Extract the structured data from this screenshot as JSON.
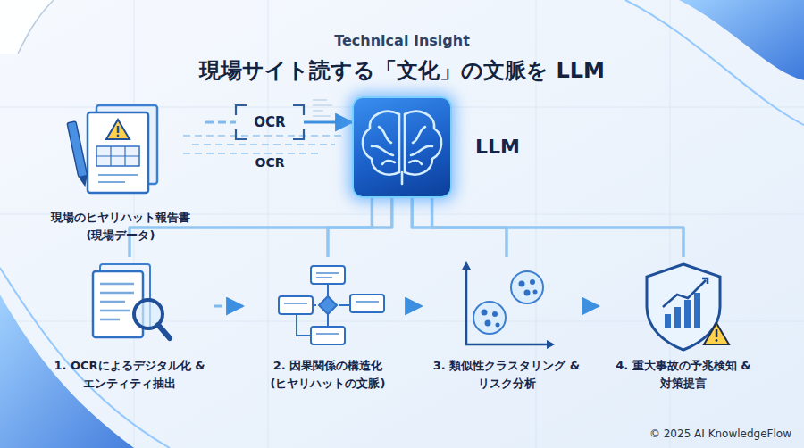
{
  "diagram": {
    "title": "現場サイト読する「文化」の文脈を LLM",
    "nodes": [
      {
        "text": [
          "現場のヒヤリハット報告書 (現場データ)"
        ]
      },
      {
        "text": [
          "OCR",
          "OCR"
        ]
      },
      {
        "text": [
          "LLM"
        ]
      },
      {
        "text": [
          "1. OCRによるデジタル化 &エンティティ抽出"
        ]
      },
      {
        "text": [
          "2. 因果関係の構造化 (ヒヤリハットの文脈)"
        ]
      },
      {
        "text": [
          "3. 類似性クラスタリング &リスク分析"
        ]
      },
      {
        "text": [
          "4. 重大事故の予兆検知 &対策提言"
        ]
      }
    ],
    "edges": [
      {
        "from": 0,
        "to": 1,
        "arrow": "none"
      },
      {
        "from": 1,
        "to": 2,
        "arrow": "to"
      },
      {
        "from": 2,
        "to": 3,
        "arrow": "none"
      },
      {
        "from": 2,
        "to": 4,
        "arrow": "none"
      },
      {
        "from": 2,
        "to": 5,
        "arrow": "none"
      },
      {
        "from": 2,
        "to": 6,
        "arrow": "none"
      },
      {
        "from": 3,
        "to": 4,
        "arrow": "to"
      },
      {
        "from": 4,
        "to": 5,
        "arrow": "to"
      },
      {
        "from": 5,
        "to": 6,
        "arrow": "to"
      }
    ],
    "labels": [
      "Technical Insight",
      "© 2025 AI KnowledgeFlow"
    ]
  }
}
